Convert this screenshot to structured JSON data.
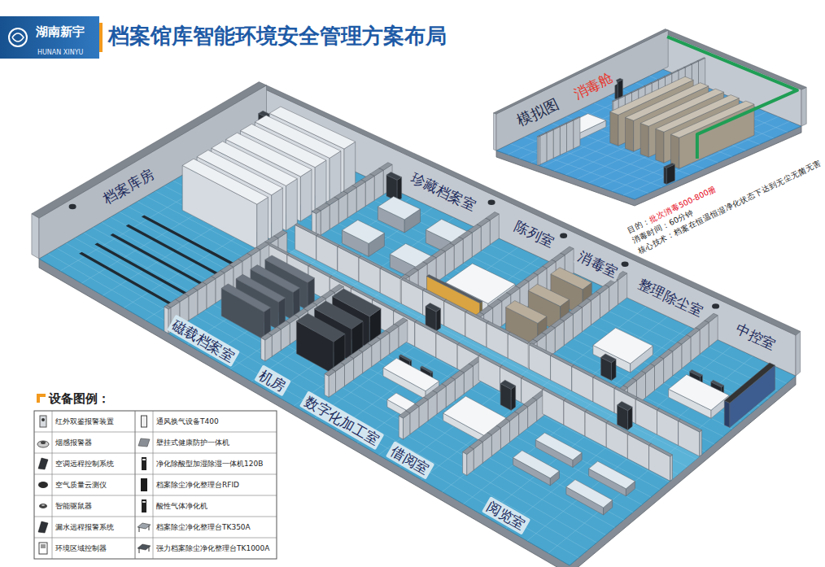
{
  "diagram": {
    "title": "档案馆库智能环境安全管理方案布局",
    "labels": [
      "湖南新宇",
      "HUNAN XINYU",
      "模拟图",
      "消毒舱",
      "档案库房",
      "珍藏档案室",
      "陈列室",
      "目的：",
      "批次消毒500-800册",
      "消毒时间：60分钟",
      "核心技术：档案在恒温恒湿净化状态下达到无尘无菌无害",
      "消毒室",
      "整理除尘室",
      "中控室",
      "磁载档案室",
      "机房",
      "数字化加工室",
      "借阅室",
      "阅览室",
      "设备图例："
    ],
    "legend": [
      {
        "text": "红外双鉴报警装置"
      },
      {
        "text": "烟感报警器"
      },
      {
        "text": "空调远程控制系统"
      },
      {
        "text": "空气质量云测仪"
      },
      {
        "text": "智能驱鼠器"
      },
      {
        "text": "漏水远程报警系统"
      },
      {
        "text": "环境区域控制器"
      },
      {
        "text": "通风换气设备T400"
      },
      {
        "text": "壁挂式健康防护一体机"
      },
      {
        "text": "净化除酸型加湿除湿一体机120B"
      },
      {
        "text": "档案除尘净化整理台RFID"
      },
      {
        "text": "酸性气体净化机"
      },
      {
        "text": "档案除尘净化整理台TK350A"
      },
      {
        "text": "强力档案除尘净化整理台TK1000A"
      }
    ]
  }
}
